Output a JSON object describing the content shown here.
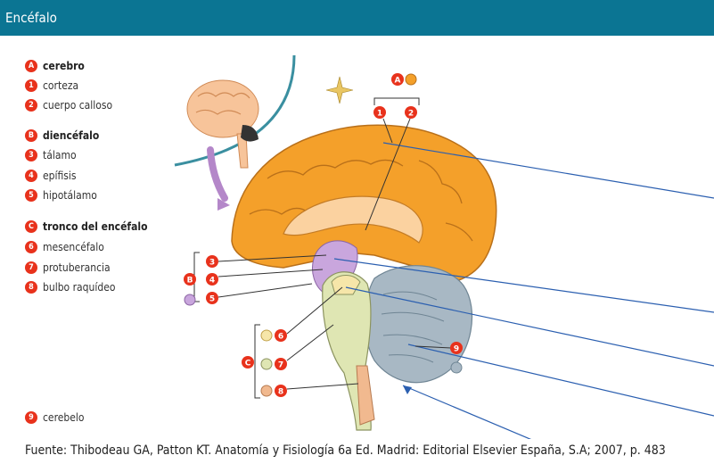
{
  "title": "Encéfalo",
  "legend": [
    {
      "key": "A",
      "label": "cerebro",
      "group": true
    },
    {
      "key": "1",
      "label": "corteza",
      "group": false
    },
    {
      "key": "2",
      "label": "cuerpo calloso",
      "group": false
    },
    {
      "key": "B",
      "label": "diencéfalo",
      "group": true
    },
    {
      "key": "3",
      "label": "tálamo",
      "group": false
    },
    {
      "key": "4",
      "label": "epífisis",
      "group": false
    },
    {
      "key": "5",
      "label": "hipotálamo",
      "group": false
    },
    {
      "key": "C",
      "label": "tronco del encéfalo",
      "group": true
    },
    {
      "key": "6",
      "label": "mesencéfalo",
      "group": false
    },
    {
      "key": "7",
      "label": "protuberancia",
      "group": false
    },
    {
      "key": "8",
      "label": "bulbo raquídeo",
      "group": false
    },
    {
      "key": "9",
      "label": "cerebelo",
      "group": false
    }
  ],
  "diagram_markers": {
    "a": "A",
    "one": "1",
    "two": "2",
    "b": "B",
    "three": "3",
    "four": "4",
    "five": "5",
    "c": "C",
    "six": "6",
    "seven": "7",
    "eight": "8",
    "nine": "9"
  },
  "source": "Fuente: Thibodeau GA, Patton KT. Anatomía y Fisiología 6a Ed. Madrid: Editorial Elsevier España, S.A; 2007, p. 483",
  "colors": {
    "header": "#0b7593",
    "badge": "#e8321c",
    "cerebrum": "#f4a02a",
    "diencephalon": "#c9a6dd",
    "brainstem": "#dfe6b3",
    "cerebellum": "#a8b8c4",
    "pointer_lines": "#2b5fb0"
  }
}
